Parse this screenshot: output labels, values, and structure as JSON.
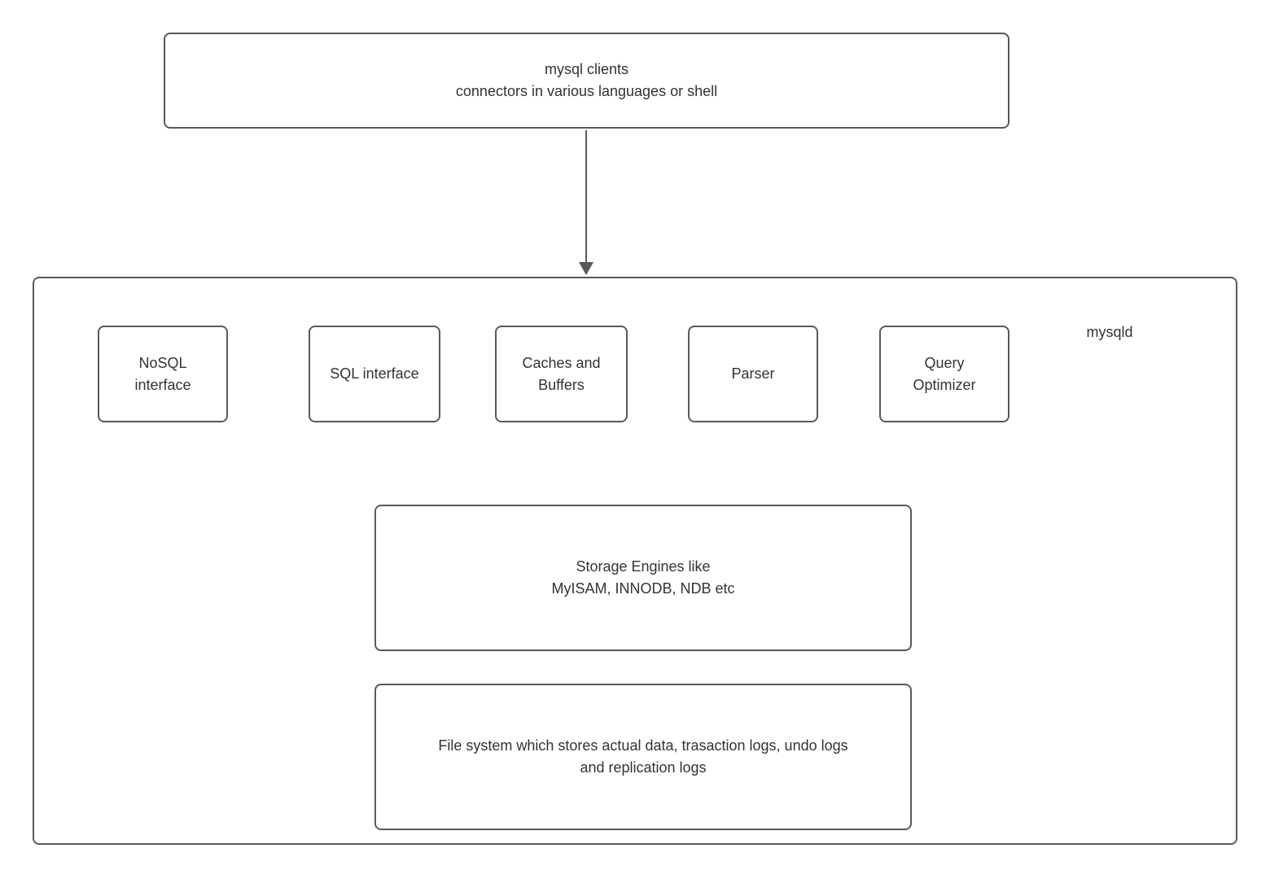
{
  "diagram": {
    "clients_box": {
      "text": "mysql clients\nconnectors in various languages or shell"
    },
    "arrow": {
      "from": "clients-box",
      "to": "mysqld-container",
      "direction": "down"
    },
    "mysqld_container": {
      "label": "mysqld",
      "modules": [
        {
          "id": "nosql-interface",
          "text": "NoSQL\ninterface"
        },
        {
          "id": "sql-interface",
          "text": "SQL interface"
        },
        {
          "id": "caches-buffers",
          "text": "Caches and\nBuffers"
        },
        {
          "id": "parser",
          "text": "Parser"
        },
        {
          "id": "query-optimizer",
          "text": "Query\nOptimizer"
        }
      ],
      "storage_box": {
        "text": "Storage Engines like\nMyISAM, INNODB, NDB etc"
      },
      "filesystem_box": {
        "text": "File system which stores actual data, trasaction logs, undo logs\nand replication logs"
      }
    },
    "colors": {
      "border": "#595959",
      "text": "#333333",
      "arrow": "#595959",
      "background": "#ffffff"
    }
  }
}
